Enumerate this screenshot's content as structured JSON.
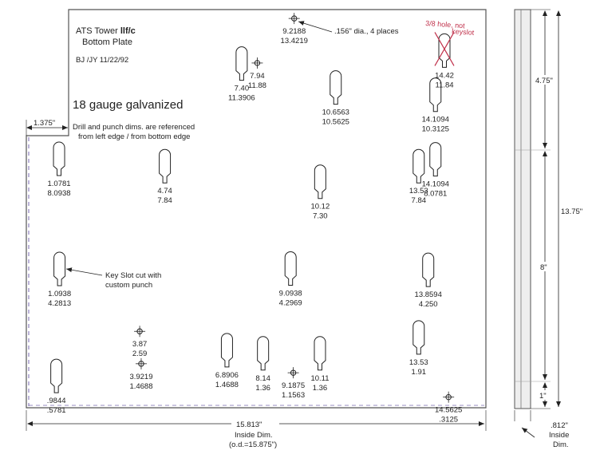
{
  "header": {
    "title_line1": "ATS Tower ",
    "title_bold": "llf/c",
    "title_line2": "Bottom Plate",
    "initials_date": "BJ /JY 11/22/92",
    "material": "18 gauge galvanized",
    "reference_note_1": "Drill and punch dims. are referenced",
    "reference_note_2": "from left edge / from bottom edge"
  },
  "colors": {
    "ink": "#222222",
    "plate_edge": "#555555",
    "side_fill": "#eeeeee",
    "strike": "#c0304a",
    "dashed_edge": "#7a6ab0"
  },
  "callouts": {
    "hole_note": ".156\" dia., 4 places",
    "keyslot_note_1": "Key Slot cut with",
    "keyslot_note_2": "custom punch",
    "handwritten_1": "3/8 hole, not",
    "handwritten_2": "keyslot"
  },
  "dims": {
    "notch_width": "1.375\"",
    "inside_width": "15.813\"",
    "inside_label": "Inside Dim.",
    "od_label": "(o.d.=15.875\")",
    "side_total": "13.75\"",
    "side_top": "4.75\"",
    "side_mid": "8\"",
    "side_bottom": "1\"",
    "side_thickness": ".812\"",
    "side_inside_1": "Inside",
    "side_inside_2": "Dim."
  },
  "keyslots": [
    {
      "x": "1.0781",
      "y": "8.0938"
    },
    {
      "x": "4.74",
      "y": "7.84"
    },
    {
      "x": "7.40",
      "y": "11.3906"
    },
    {
      "x": "10.6563",
      "y": "10.5625"
    },
    {
      "x": "10.12",
      "y": "7.30"
    },
    {
      "x": "14.1094",
      "y": "10.3125"
    },
    {
      "x": "13.53",
      "y": "7.84"
    },
    {
      "x": "14.1094",
      "y": "8.0781"
    },
    {
      "x": "1.0938",
      "y": "4.2813"
    },
    {
      "x": "9.0938",
      "y": "4.2969"
    },
    {
      "x": "13.8594",
      "y": "4.250"
    },
    {
      "x": "6.8906",
      "y": "1.4688"
    },
    {
      "x": "8.14",
      "y": "1.36"
    },
    {
      "x": "10.11",
      "y": "1.36"
    },
    {
      "x": "13.53",
      "y": "1.91"
    },
    {
      "x": ".9844",
      "y": ".5781"
    },
    {
      "x": "14.42",
      "y": "11.84",
      "struck": true
    }
  ],
  "holes": [
    {
      "x": "9.2188",
      "y": "13.4219"
    },
    {
      "x": "7.94",
      "y": "11.88"
    },
    {
      "x": "3.87",
      "y": "2.59"
    },
    {
      "x": "3.9219",
      "y": "1.4688"
    },
    {
      "x": "9.1875",
      "y": "1.1563"
    },
    {
      "x": "14.5625",
      "y": ".3125"
    }
  ]
}
